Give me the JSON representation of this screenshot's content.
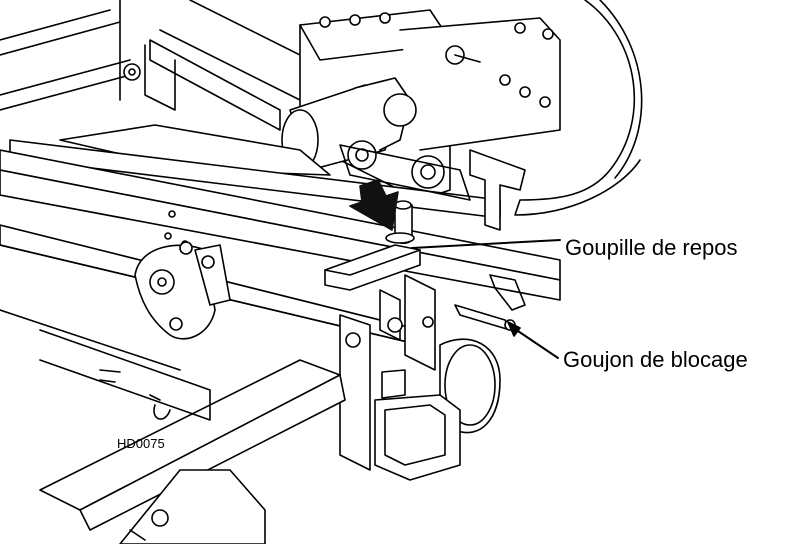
{
  "callouts": {
    "rest_pin": "Goupille de repos",
    "lock_pin": "Goujon de blocage"
  },
  "figure_code": "HD0075",
  "colors": {
    "line": "#000000",
    "fill": "#ffffff",
    "shade": "#d9d9d9",
    "arrow": "#111111"
  }
}
